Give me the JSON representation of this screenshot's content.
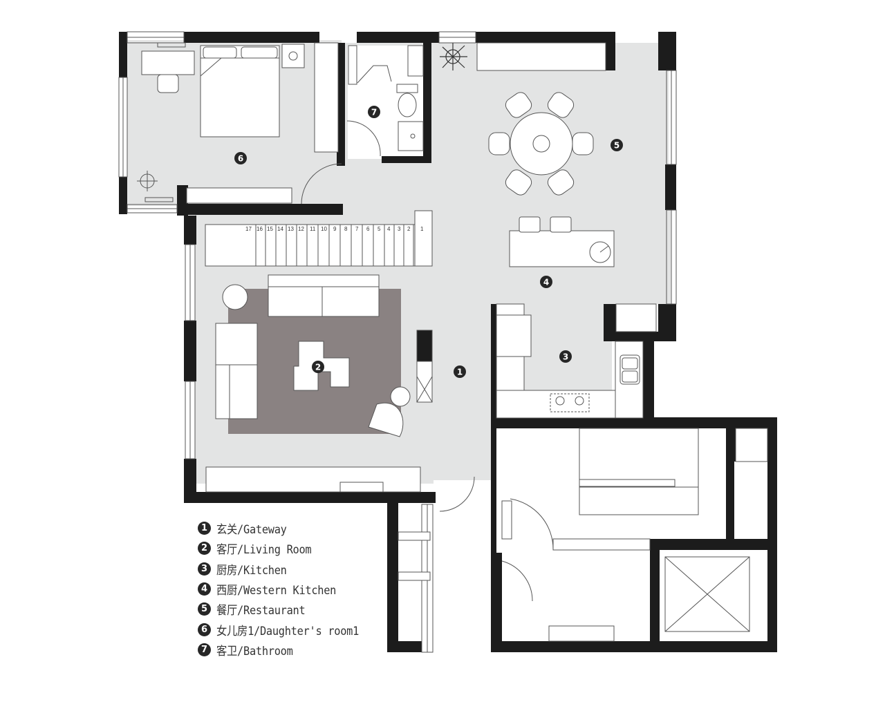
{
  "plan": {
    "room_markers": [
      "1",
      "2",
      "3",
      "4",
      "5",
      "6",
      "7"
    ],
    "stair_treads": [
      "17",
      "16",
      "15",
      "14",
      "13",
      "12",
      "11",
      "10",
      "9",
      "8",
      "7",
      "6",
      "5",
      "4",
      "3",
      "2",
      "1"
    ],
    "colors": {
      "wall": "#1c1c1c",
      "floor": "#e3e4e4",
      "rug": "#8a8282",
      "marker": "#262626",
      "furniture_line": "#555555",
      "column": "#555555"
    }
  },
  "legend": [
    {
      "num": "1",
      "text": "玄关/Gateway"
    },
    {
      "num": "2",
      "text": "客厅/Living Room"
    },
    {
      "num": "3",
      "text": "厨房/Kitchen"
    },
    {
      "num": "4",
      "text": "西厨/Western Kitchen"
    },
    {
      "num": "5",
      "text": "餐厅/Restaurant"
    },
    {
      "num": "6",
      "text": "女儿房1/Daughter's room1"
    },
    {
      "num": "7",
      "text": "客卫/Bathroom"
    }
  ]
}
